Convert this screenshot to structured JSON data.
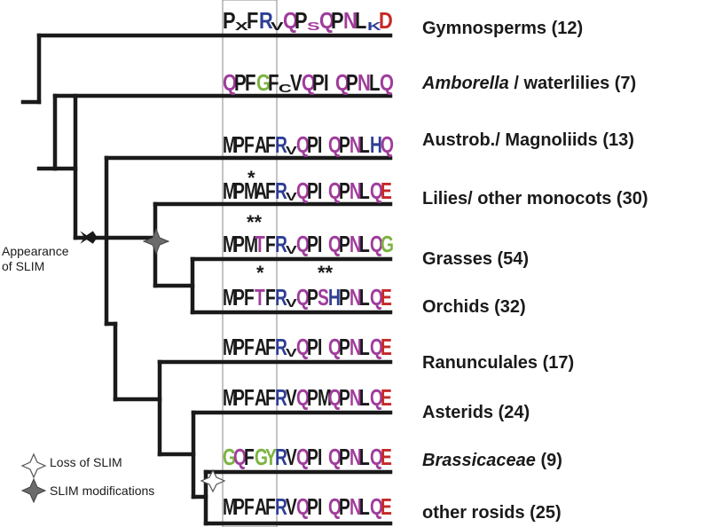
{
  "taxa": [
    {
      "name": "Gymnosperms (12)"
    },
    {
      "name_italic": "Amborella",
      "name_rest": " / waterlilies (7)"
    },
    {
      "name": "Austrob./ Magnoliids (13)"
    },
    {
      "name": "Lilies/ other monocots (30)"
    },
    {
      "name": "Grasses (54)"
    },
    {
      "name": "Orchids (32)"
    },
    {
      "name": "Ranunculales (17)"
    },
    {
      "name": "Asterids (24)"
    },
    {
      "name_italic": "Brassicaceae",
      "name_rest": " (9)"
    },
    {
      "name": "other rosids (25)"
    }
  ],
  "motifs": [
    "PxFRvQPsQPNLkD",
    "QPFGFcVQPIQPNLQ",
    "MPFAFRvQPIQPNLHQ",
    "MPMAFRvQPIQPNLQE",
    "MPMTFRvQPIQPNLQG",
    "MPFTFRvQPSHPNLQE",
    "MPFAFRvQPIQPNLQE",
    "MPFAFRVQPMQPNLQE",
    "GQFGYRVQPIQPNLQE",
    "MPFAFRVQPIQPNLQE"
  ],
  "annotations": {
    "stars_lilies": "*",
    "stars_grasses": "**",
    "stars_orchids_1": "*",
    "stars_orchids_2": "**",
    "appearance_line1": "Appearance",
    "appearance_line2": "of SLIM"
  },
  "legend": {
    "loss_label": "Loss of SLIM",
    "modification_label": "SLIM modifications"
  },
  "colors": {
    "tree": "#1a1a1a",
    "black": "#1a1a1a",
    "purple": "#a03c9c",
    "blue": "#2e3e95",
    "green": "#7cb342",
    "red": "#c62828",
    "mod_star": "#6b6b6b"
  }
}
